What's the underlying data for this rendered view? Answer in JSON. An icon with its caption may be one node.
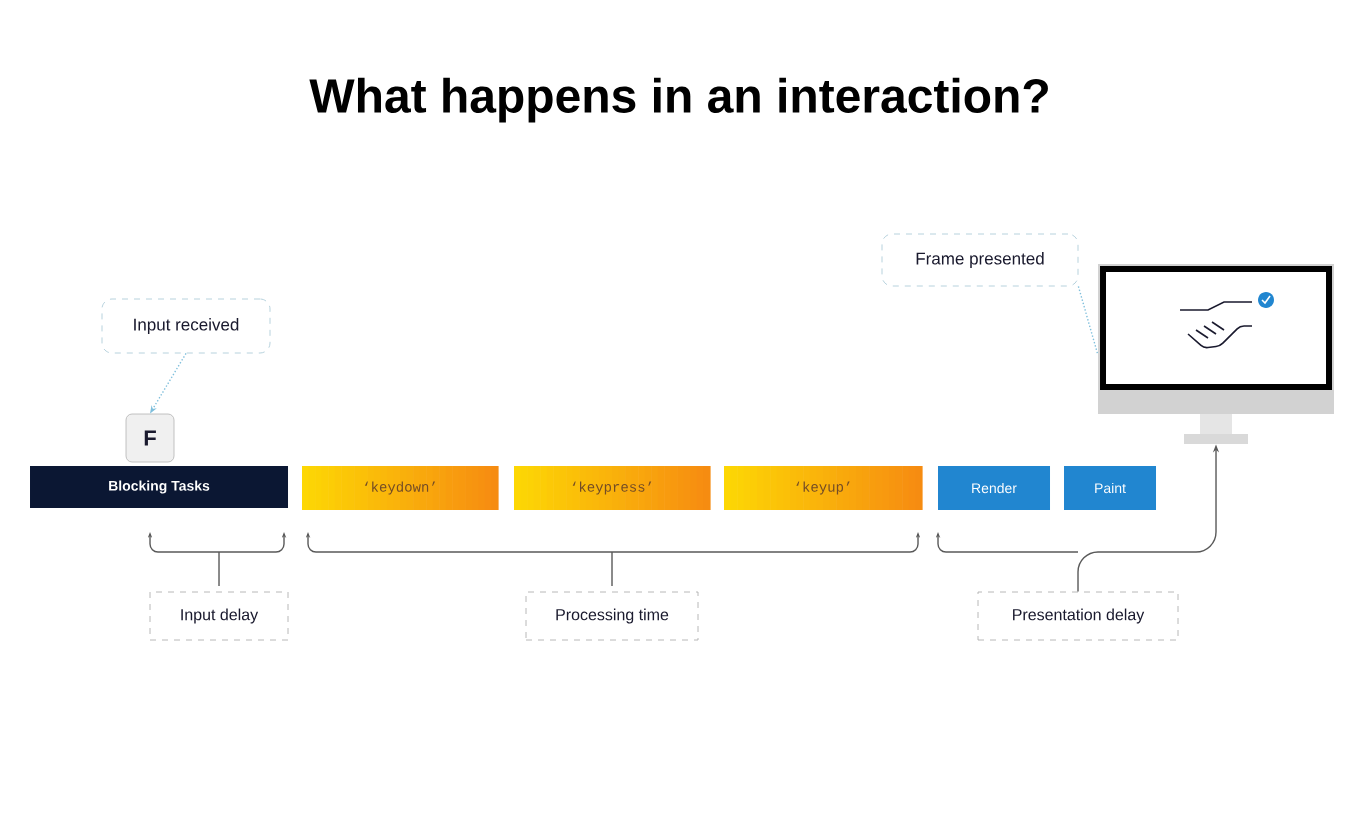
{
  "diagram": {
    "title": "What happens in an interaction?",
    "nodes": [
      {
        "text": [
          "Input received"
        ]
      },
      {
        "text": [
          "F"
        ]
      },
      {
        "text": [
          "Blocking Tasks"
        ]
      },
      {
        "text": [
          "‘keydown’"
        ]
      },
      {
        "text": [
          "‘keypress’"
        ]
      },
      {
        "text": [
          "‘keyup’"
        ]
      },
      {
        "text": [
          "Render"
        ]
      },
      {
        "text": [
          "Paint"
        ]
      },
      {
        "text": [
          "Frame presented"
        ]
      },
      {
        "text": [],
        "shape": "picture"
      },
      {
        "text": [
          "Input delay"
        ]
      },
      {
        "text": [
          "Processing time"
        ]
      },
      {
        "text": [
          "Presentation delay"
        ]
      }
    ],
    "edges": [
      {
        "from": 0,
        "to": 1,
        "arrow": "to",
        "style": "dashed",
        "color": "#7fbfdc"
      },
      {
        "from": 8,
        "to": 9,
        "arrow": "none",
        "style": "dashed",
        "color": "#7fbfdc"
      },
      {
        "from": 12,
        "to": 9,
        "arrow": "to",
        "color": "#595959"
      }
    ]
  }
}
